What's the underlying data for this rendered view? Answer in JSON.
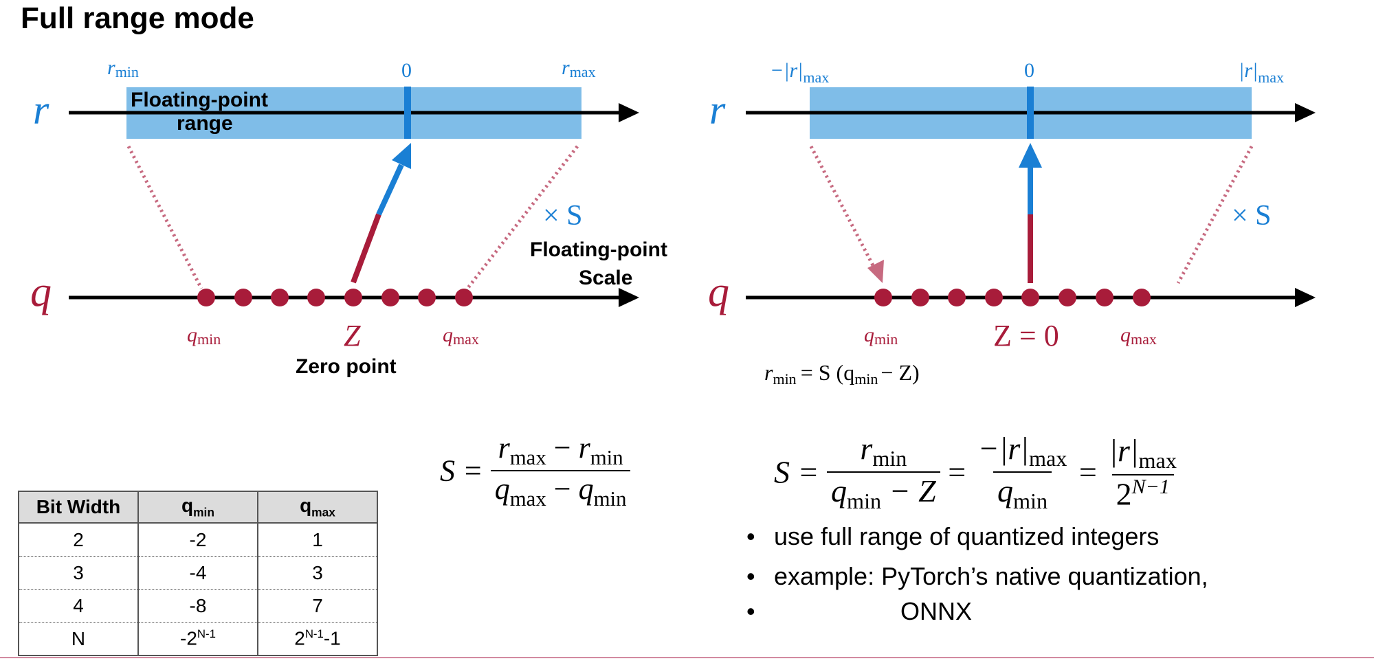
{
  "title": "Full range mode",
  "colors": {
    "blue": "#1a7fd4",
    "lightblue": "#7fbde8",
    "red": "#a81c3a",
    "pink": "#c76a80",
    "black": "#000000"
  },
  "left": {
    "r_axis": "r",
    "q_axis": "q",
    "r_min": "r",
    "r_min_sub": "min",
    "r_max": "r",
    "r_max_sub": "max",
    "zero": "0",
    "range_label_1": "Floating-point",
    "range_label_2": "range",
    "q_min": "q",
    "q_min_sub": "min",
    "q_max": "q",
    "q_max_sub": "max",
    "z": "Z",
    "zero_point": "Zero point",
    "times_s": "× S",
    "scale_label_1": "Floating-point",
    "scale_label_2": "Scale"
  },
  "right": {
    "r_axis": "r",
    "q_axis": "q",
    "neg_r_max": "−|r|",
    "neg_r_max_sub": "max",
    "r_max": "|r|",
    "r_max_sub": "max",
    "zero": "0",
    "q_min": "q",
    "q_min_sub": "min",
    "q_max": "q",
    "q_max_sub": "max",
    "z_eq": "Z = 0",
    "times_s": "× S",
    "r_min_eq_lhs": "r",
    "r_min_eq_lhs_sub": "min",
    "r_min_eq_rhs": "= S (q",
    "r_min_eq_rhs_sub": "min",
    "r_min_eq_tail": "− Z)"
  },
  "formula_left": {
    "lhs": "S =",
    "num_a": "r",
    "num_a_sub": "max",
    "num_op": " − ",
    "num_b": "r",
    "num_b_sub": "min",
    "den_a": "q",
    "den_a_sub": "max",
    "den_op": " − ",
    "den_b": "q",
    "den_b_sub": "min"
  },
  "formula_right": {
    "lhs": "S =",
    "f1_num": "r",
    "f1_num_sub": "min",
    "f1_den": "q",
    "f1_den_sub": "min",
    "f1_den_tail": " − Z",
    "eq2": "=",
    "f2_num": "−|r|",
    "f2_num_sub": "max",
    "f2_den": "q",
    "f2_den_sub": "min",
    "eq3": "=",
    "f3_num": "|r|",
    "f3_num_sub": "max",
    "f3_den": "2",
    "f3_den_sup": "N−1"
  },
  "bullets": [
    "use full range of quantized integers",
    "example: PyTorch’s native quantization,",
    "ONNX"
  ],
  "table": {
    "headers": [
      "Bit Width",
      "q",
      "q"
    ],
    "header_subs": [
      "",
      "min",
      "max"
    ],
    "rows": [
      [
        "2",
        "-2",
        "1"
      ],
      [
        "3",
        "-4",
        "3"
      ],
      [
        "4",
        "-8",
        "7"
      ]
    ],
    "last_row": {
      "n": "N",
      "qmin_base": "-2",
      "qmin_sup": "N-1",
      "qmax_base": "2",
      "qmax_sup": "N-1",
      "qmax_tail": "-1"
    }
  }
}
